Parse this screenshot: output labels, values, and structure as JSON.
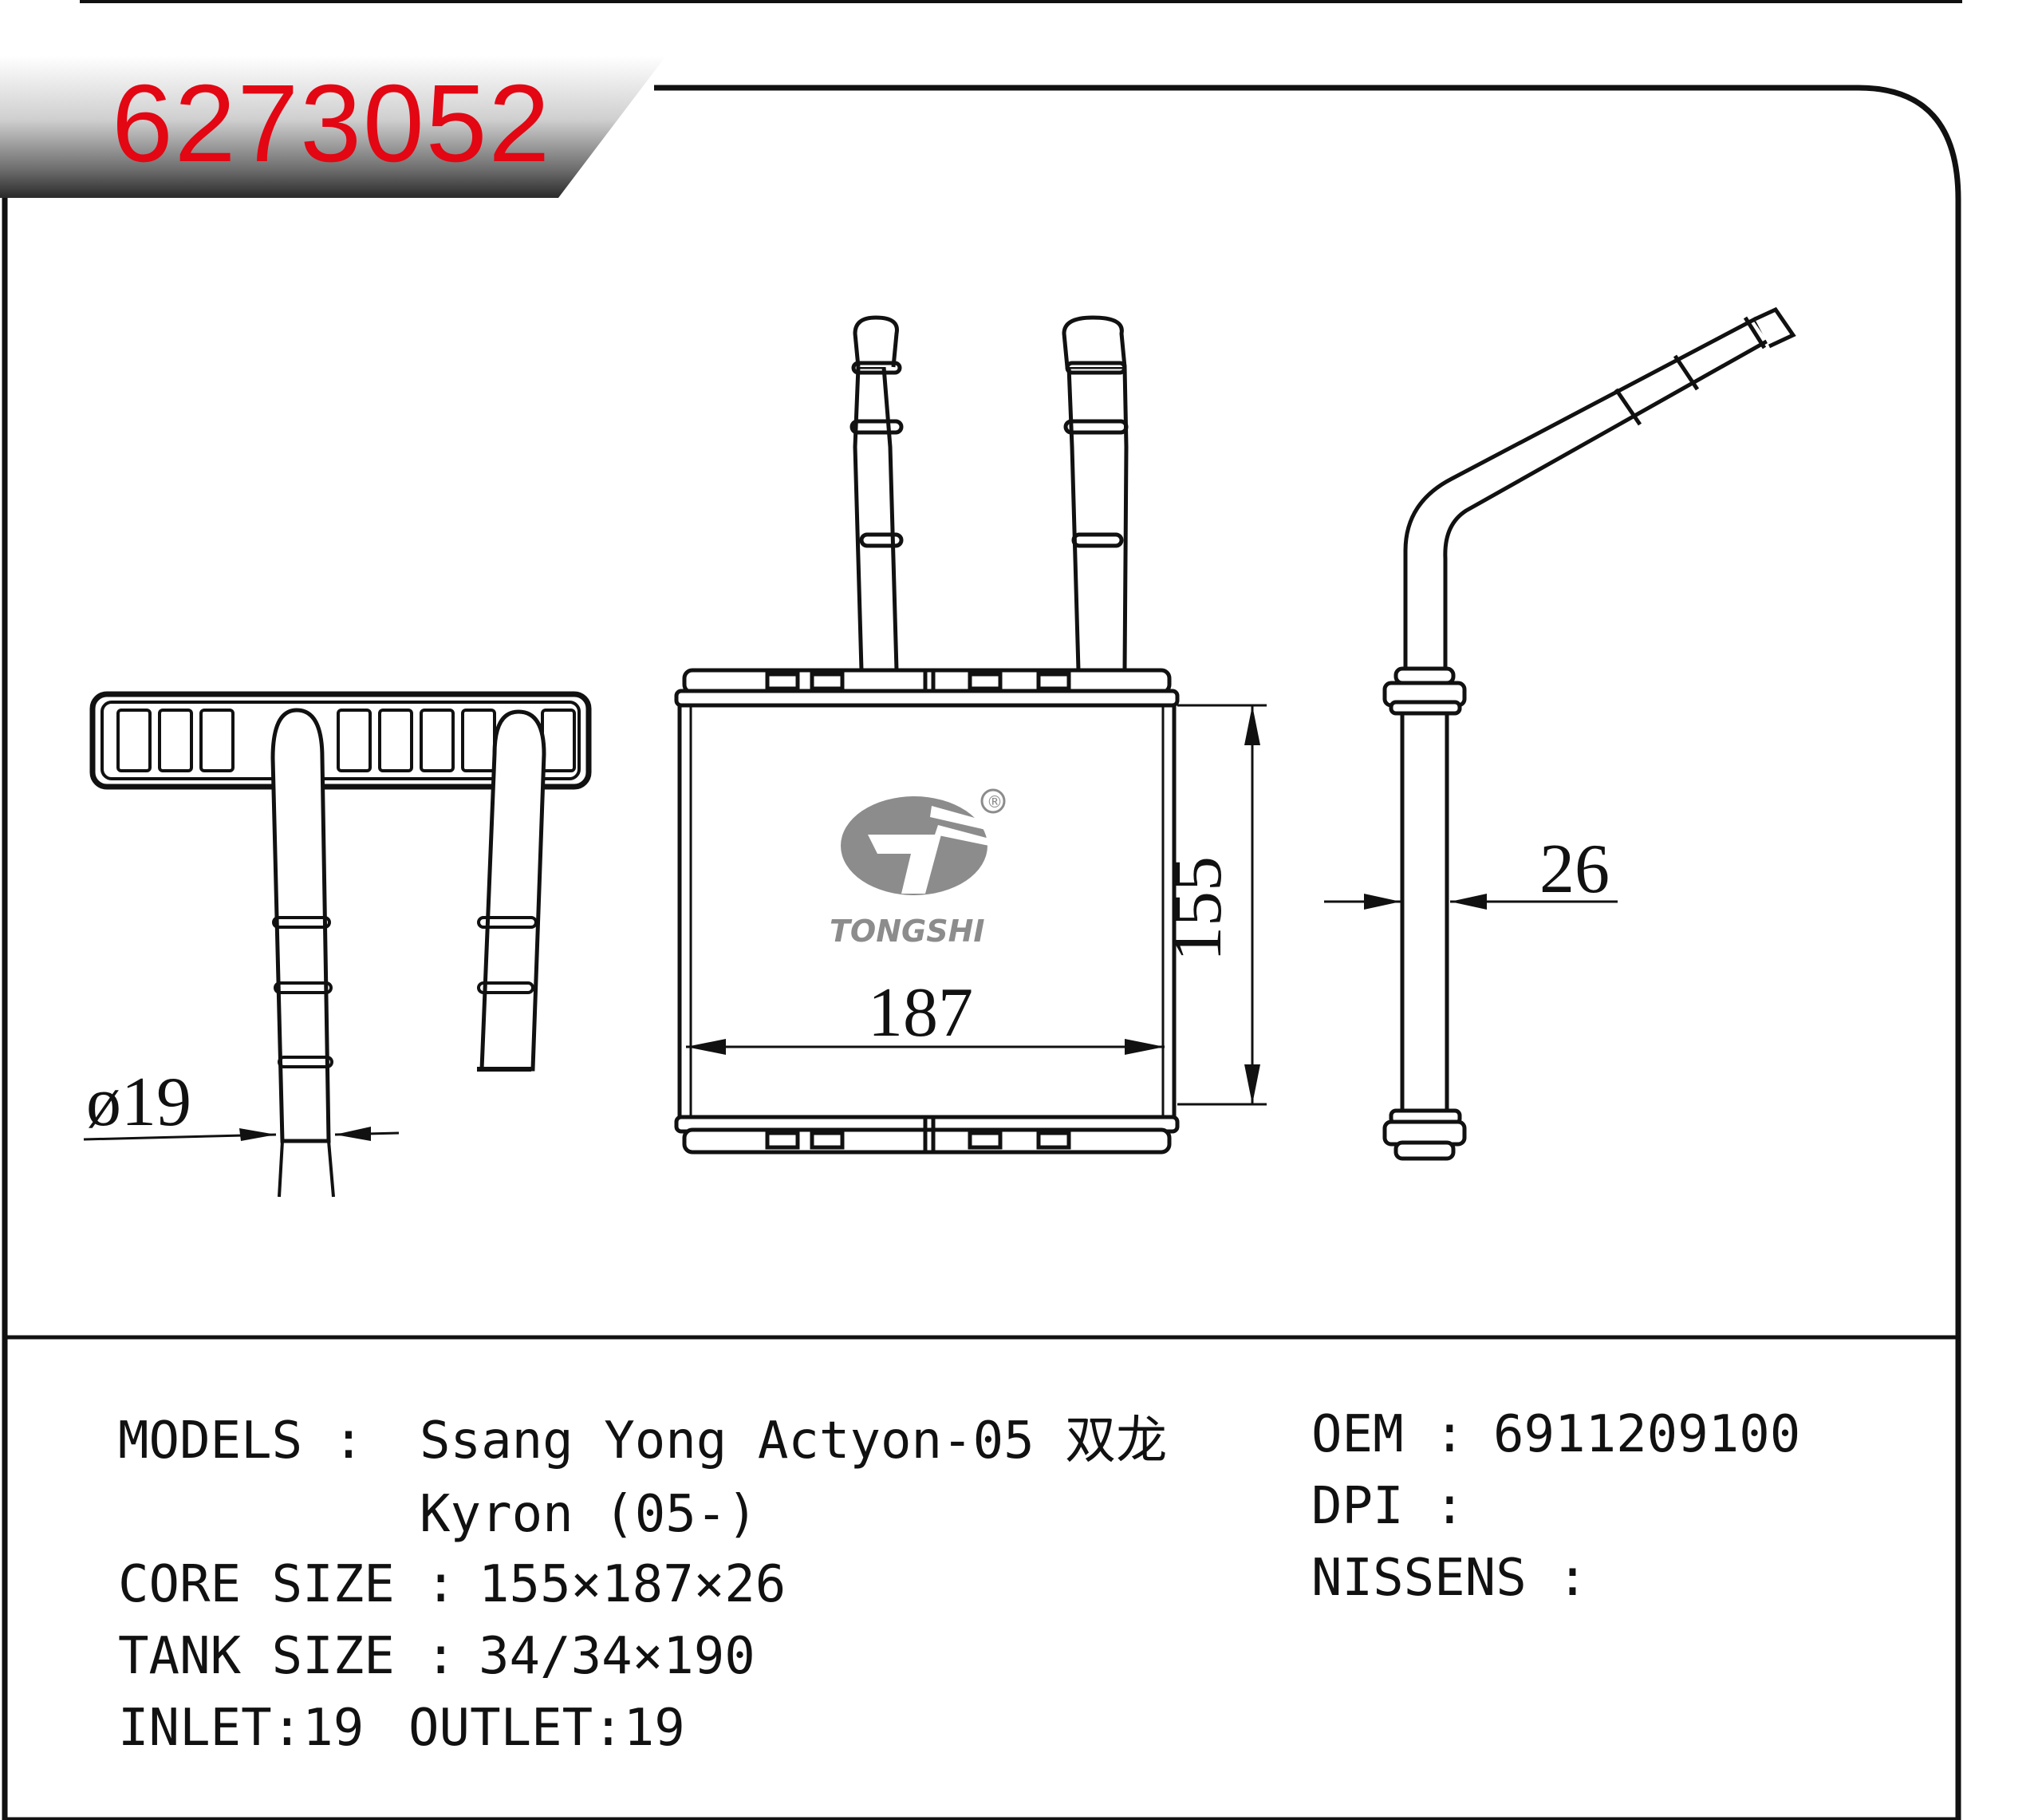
{
  "part_number": "6273052",
  "brand": {
    "name": "TONGSHI",
    "registered_mark": "®"
  },
  "dimensions": {
    "height": "155",
    "width": "187",
    "depth": "26",
    "pipe_diameter": "ø19"
  },
  "specs": {
    "models_label": "MODELS :",
    "models_line1": "Ssang Yong Actyon-05 双龙",
    "models_line2": "Kyron (05-)",
    "core_size_label": "CORE SIZE :",
    "core_size_value": "155×187×26",
    "tank_size_label": "TANK SIZE :",
    "tank_size_value": "34/34×190",
    "inlet": "INLET:19",
    "outlet": "OUTLET:19",
    "oem_label": "OEM :",
    "oem_value": "6911209100",
    "dpi_label": "DPI :",
    "dpi_value": "",
    "nissens_label": "NISSENS :",
    "nissens_value": ""
  },
  "colors": {
    "part_number": "#e30613",
    "line": "#111111",
    "logo": "#8c8c8c"
  }
}
